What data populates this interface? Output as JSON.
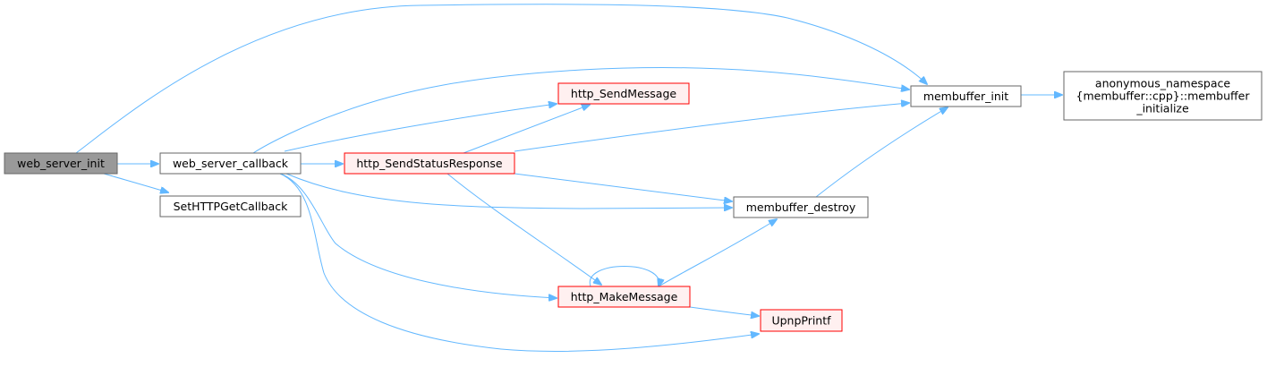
{
  "colors": {
    "edge": "#63b8ff",
    "node_border": "#666666",
    "node_fill": "#ffffff",
    "current_fill": "#999999",
    "current_border": "#666666",
    "truncated_border": "#ff0000",
    "truncated_fill": "#fff0f0"
  },
  "nodes": {
    "web_server_init": {
      "label": "web_server_init",
      "kind": "current"
    },
    "web_server_callback": {
      "label": "web_server_callback",
      "kind": "normal"
    },
    "SetHTTPGetCallback": {
      "label": "SetHTTPGetCallback",
      "kind": "normal"
    },
    "http_SendStatusResponse": {
      "label": "http_SendStatusResponse",
      "kind": "truncated"
    },
    "http_SendMessage": {
      "label": "http_SendMessage",
      "kind": "truncated"
    },
    "membuffer_init": {
      "label": "membuffer_init",
      "kind": "normal"
    },
    "membuffer_destroy": {
      "label": "membuffer_destroy",
      "kind": "normal"
    },
    "http_MakeMessage": {
      "label": "http_MakeMessage",
      "kind": "truncated"
    },
    "UpnpPrintf": {
      "label": "UpnpPrintf",
      "kind": "truncated"
    },
    "membuffer_initialize": {
      "label": "anonymous_namespace {membuffer::cpp}::membuffer _initialize",
      "lines": [
        "anonymous_namespace",
        "{membuffer::cpp}::membuffer",
        "_initialize"
      ],
      "kind": "normal"
    }
  },
  "edges": [
    {
      "from": "web_server_init",
      "to": "web_server_callback"
    },
    {
      "from": "web_server_init",
      "to": "SetHTTPGetCallback"
    },
    {
      "from": "web_server_init",
      "to": "membuffer_init"
    },
    {
      "from": "web_server_callback",
      "to": "http_SendStatusResponse"
    },
    {
      "from": "web_server_callback",
      "to": "http_SendMessage"
    },
    {
      "from": "web_server_callback",
      "to": "membuffer_init"
    },
    {
      "from": "web_server_callback",
      "to": "membuffer_destroy"
    },
    {
      "from": "web_server_callback",
      "to": "http_MakeMessage"
    },
    {
      "from": "web_server_callback",
      "to": "UpnpPrintf"
    },
    {
      "from": "http_SendStatusResponse",
      "to": "http_SendMessage"
    },
    {
      "from": "http_SendStatusResponse",
      "to": "membuffer_init"
    },
    {
      "from": "http_SendStatusResponse",
      "to": "membuffer_destroy"
    },
    {
      "from": "http_SendStatusResponse",
      "to": "http_MakeMessage"
    },
    {
      "from": "http_MakeMessage",
      "to": "http_MakeMessage"
    },
    {
      "from": "http_MakeMessage",
      "to": "membuffer_destroy"
    },
    {
      "from": "http_MakeMessage",
      "to": "UpnpPrintf"
    },
    {
      "from": "membuffer_destroy",
      "to": "membuffer_init"
    },
    {
      "from": "membuffer_init",
      "to": "membuffer_initialize"
    }
  ]
}
